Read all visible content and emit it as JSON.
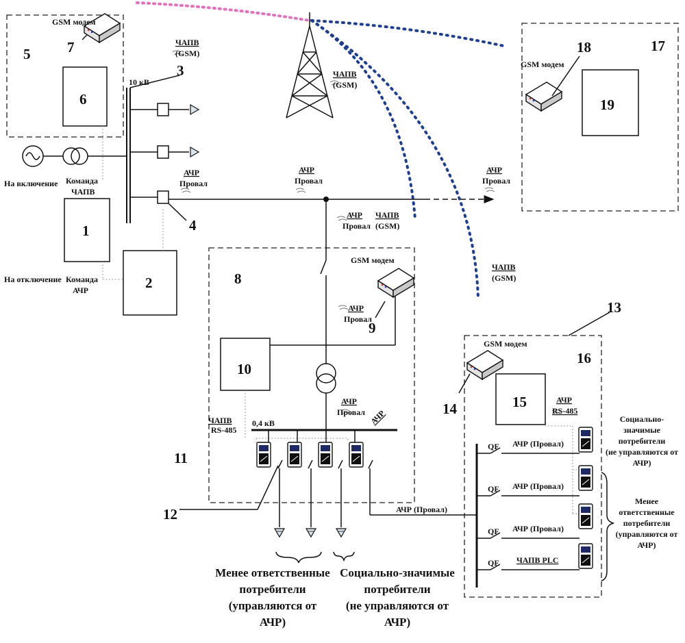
{
  "labels": {
    "gsm_modem": "GSM модем",
    "chapv": "ЧАПВ",
    "gsm_paren": "(GSM)",
    "achr": "АЧР",
    "proval": "Провал",
    "kv10": "10 кВ",
    "kv04": "0,4 кВ",
    "rs485": "RS-485",
    "qf": "QF",
    "na_vkl": "На включение",
    "na_otkl": "На отключение",
    "komanda": "Команда",
    "achr_proval": "АЧР (Провал)",
    "chapv_plc": "ЧАПВ PLC"
  },
  "numbers": {
    "n1": "1",
    "n2": "2",
    "n3": "3",
    "n4": "4",
    "n5": "5",
    "n6": "6",
    "n7": "7",
    "n8": "8",
    "n9": "9",
    "n10": "10",
    "n11": "11",
    "n12": "12",
    "n13": "13",
    "n14": "14",
    "n15": "15",
    "n16": "16",
    "n17": "17",
    "n18": "18",
    "n19": "19"
  },
  "consumers_bottom": {
    "less_l1": "Менее ответственные",
    "less_l2": "потребители",
    "less_l3": "(управляются от",
    "less_l4": "АЧР)",
    "social_l1": "Социально-значимые",
    "social_l2": "потребители",
    "social_l3": "(не управляются от",
    "social_l4": "АЧР)"
  },
  "consumers_right": {
    "social_l1": "Социально-",
    "social_l2": "значимые",
    "social_l3": "потребители",
    "social_l4": "(не управляются от",
    "social_l5": "АЧР)",
    "less_l1": "Менее",
    "less_l2": "ответственные",
    "less_l3": "потребители",
    "less_l4": "(управляются от",
    "less_l5": "АЧР)"
  },
  "colors": {
    "tower_link": "#e070c0",
    "gsm_link": "#1c3f91",
    "signal_dots": "#999999"
  }
}
